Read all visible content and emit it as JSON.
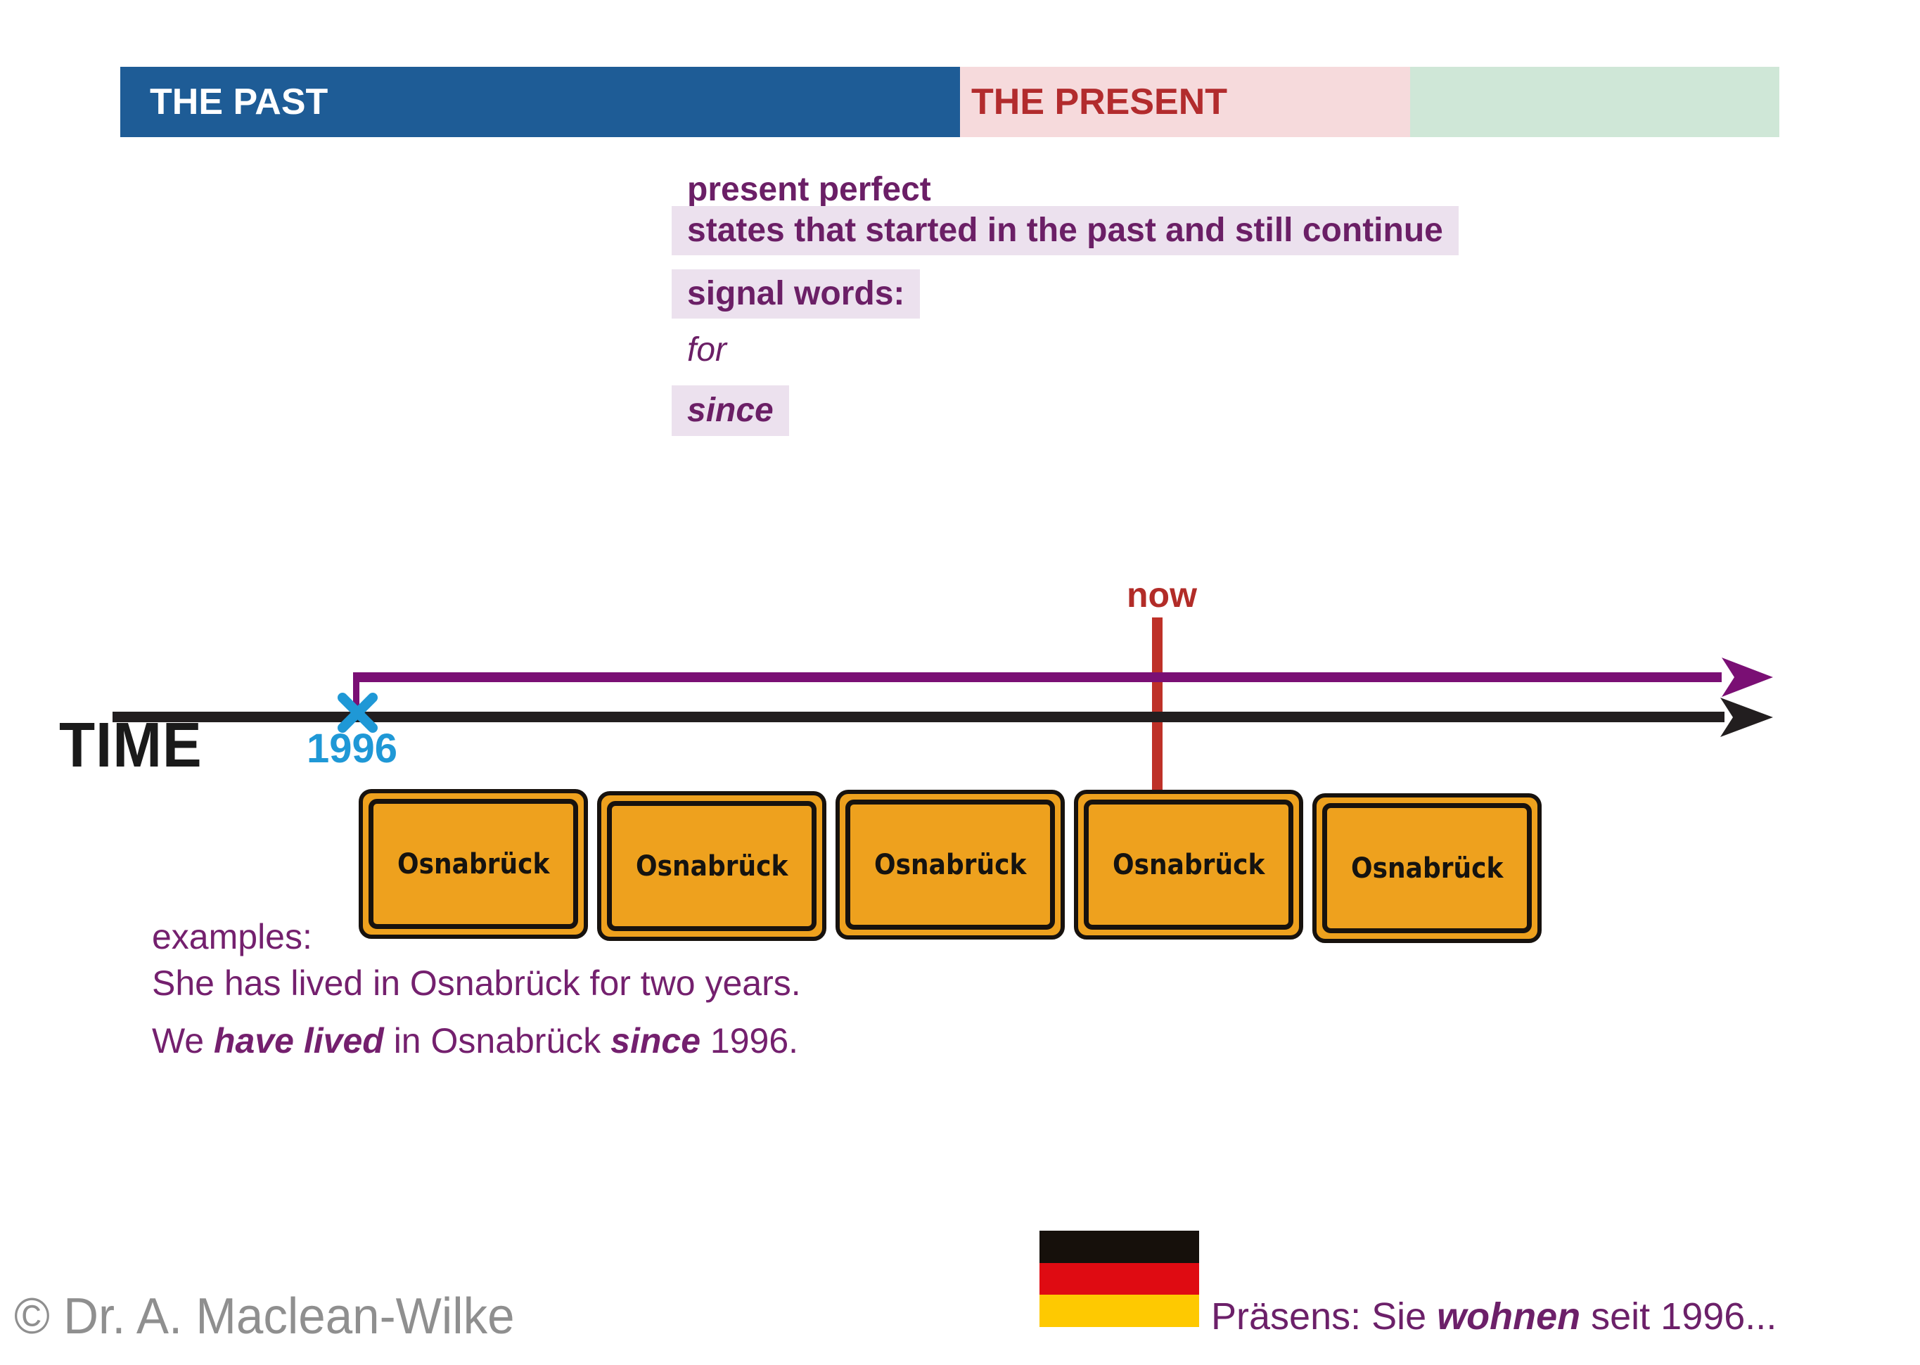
{
  "slide_title_bar": {
    "past_label": "THE PAST",
    "present_label": "THE PRESENT"
  },
  "info_block": {
    "tense_name": "present perfect",
    "usage": "states that started in the past and still continue",
    "signal_words_heading": "signal words:",
    "signal_word_for": "for",
    "signal_word_since": "since"
  },
  "timeline": {
    "now_label": "now",
    "axis_label": "TIME",
    "year_marker": "1996",
    "signs": [
      "Osnabrück",
      "Osnabrück",
      "Osnabrück",
      "Osnabrück",
      "Osnabrück"
    ]
  },
  "examples": {
    "heading": "examples:",
    "sentence_for": "She has lived in Osnabrück for two years.",
    "sentence_since": {
      "pre": "We ",
      "bold_verb": "have lived",
      "mid": " in Osnabrück ",
      "bold_signal": "since",
      "post": " 1996."
    }
  },
  "footer": {
    "copyright": "© Dr. A. Maclean-Wilke",
    "german_sentence": {
      "pre": "Präsens: Sie ",
      "bold_verb": "wohnen",
      "post": " seit 1996..."
    }
  },
  "colors": {
    "past_bar_bg": "#1E5C96",
    "present_bar_bg": "#F6DADC",
    "present_bar_text": "#B22B2D",
    "future_bar_bg": "#CFE7D7",
    "purple_text": "#6B1F66",
    "purple_highlight_bg": "#ECE1EE",
    "examples_text": "#74206E",
    "now_red": "#B22C28",
    "timeline_red_line": "#BE3128",
    "timeline_purple_arrow": "#7A0F74",
    "timeline_black_arrow": "#221E1F",
    "year_blue": "#1F98D6",
    "sign_yellow": "#EEA11E",
    "flag_black": "#16100B",
    "flag_red": "#DF0B12",
    "flag_gold": "#FEC901",
    "copyright_gray": "#8F8F8F"
  }
}
